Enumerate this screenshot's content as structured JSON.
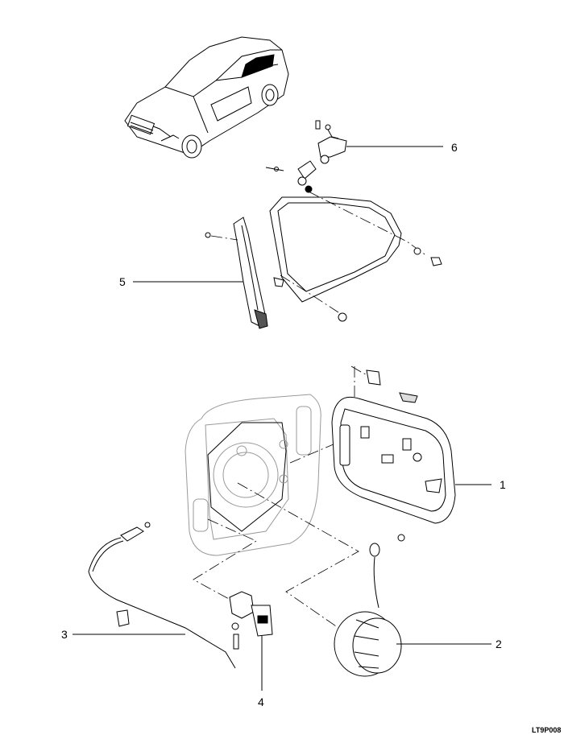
{
  "figure_code": "LT9P008",
  "callouts": [
    {
      "id": "callout-1",
      "label": "1"
    },
    {
      "id": "callout-2",
      "label": "2"
    },
    {
      "id": "callout-3",
      "label": "3"
    },
    {
      "id": "callout-4",
      "label": "4"
    },
    {
      "id": "callout-5",
      "label": "5"
    },
    {
      "id": "callout-6",
      "label": "6"
    }
  ]
}
